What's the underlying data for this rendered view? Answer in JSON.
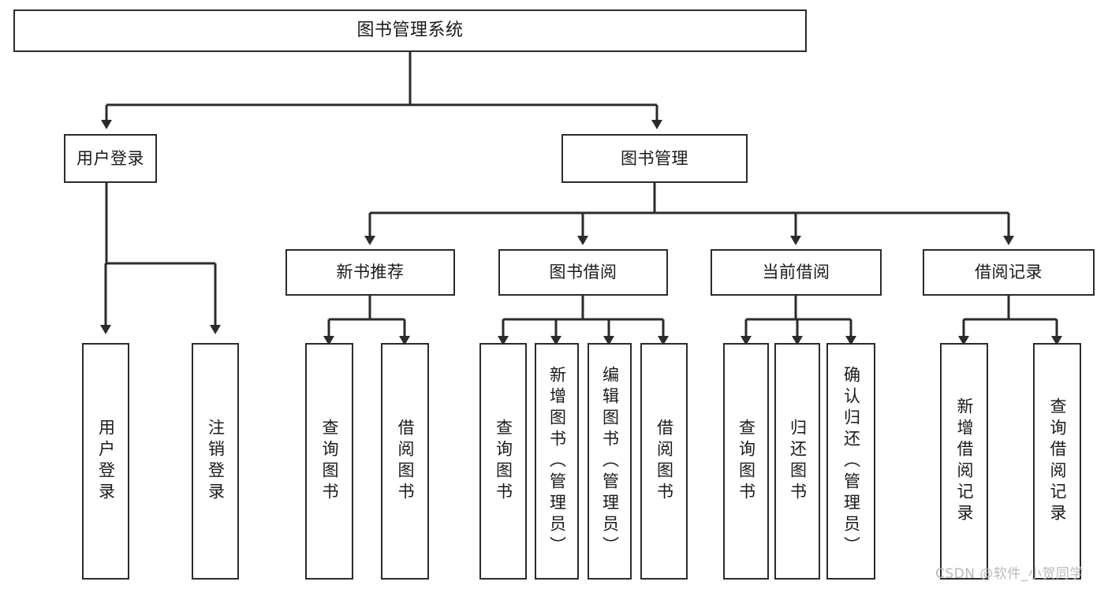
{
  "diagram": {
    "type": "tree-hierarchy-chart",
    "title": "图书管理系统",
    "background_color": "#ffffff",
    "line_color": "#2b2b2b",
    "box_border_color": "#2b2b2b",
    "text_color": "#1a1a1a",
    "levels": 4
  },
  "nodes": {
    "root": {
      "label": "图书管理系统",
      "level": 1,
      "orientation": "horizontal"
    },
    "level2": [
      {
        "id": "user-login",
        "label": "用户登录",
        "orientation": "horizontal"
      },
      {
        "id": "book-manage",
        "label": "图书管理",
        "orientation": "horizontal"
      }
    ],
    "level3": [
      {
        "id": "new-book-recommend",
        "label": "新书推荐",
        "orientation": "horizontal",
        "parent": "book-manage"
      },
      {
        "id": "book-borrow",
        "label": "图书借阅",
        "orientation": "horizontal",
        "parent": "book-manage"
      },
      {
        "id": "current-borrow",
        "label": "当前借阅",
        "orientation": "horizontal",
        "parent": "book-manage"
      },
      {
        "id": "borrow-record",
        "label": "借阅记录",
        "orientation": "horizontal",
        "parent": "book-manage"
      }
    ],
    "leaves": [
      {
        "id": "leaf-user-login",
        "label": "用户登录",
        "parent": "user-login",
        "orientation": "vertical"
      },
      {
        "id": "leaf-user-logout",
        "label": "注销登录",
        "parent": "user-login",
        "orientation": "vertical"
      },
      {
        "id": "leaf-query-book-1",
        "label": "查询图书",
        "parent": "new-book-recommend",
        "orientation": "vertical"
      },
      {
        "id": "leaf-borrow-book-1",
        "label": "借阅图书",
        "parent": "new-book-recommend",
        "orientation": "vertical"
      },
      {
        "id": "leaf-query-book-2",
        "label": "查询图书",
        "parent": "book-borrow",
        "orientation": "vertical"
      },
      {
        "id": "leaf-add-book",
        "label": "新增图书（管理员）",
        "parent": "book-borrow",
        "orientation": "vertical"
      },
      {
        "id": "leaf-edit-book",
        "label": "编辑图书（管理员）",
        "parent": "book-borrow",
        "orientation": "vertical"
      },
      {
        "id": "leaf-borrow-book-2",
        "label": "借阅图书",
        "parent": "book-borrow",
        "orientation": "vertical"
      },
      {
        "id": "leaf-query-book-3",
        "label": "查询图书",
        "parent": "current-borrow",
        "orientation": "vertical"
      },
      {
        "id": "leaf-return-book",
        "label": "归还图书",
        "parent": "current-borrow",
        "orientation": "vertical"
      },
      {
        "id": "leaf-confirm-return",
        "label": "确认归还（管理员）",
        "parent": "current-borrow",
        "orientation": "vertical"
      },
      {
        "id": "leaf-add-record",
        "label": "新增借阅记录",
        "parent": "borrow-record",
        "orientation": "vertical"
      },
      {
        "id": "leaf-query-record",
        "label": "查询借阅记录",
        "parent": "borrow-record",
        "orientation": "vertical"
      }
    ]
  },
  "watermark": {
    "text": "CSDN @软件_小贺同学",
    "color": "#b9b9b9"
  }
}
